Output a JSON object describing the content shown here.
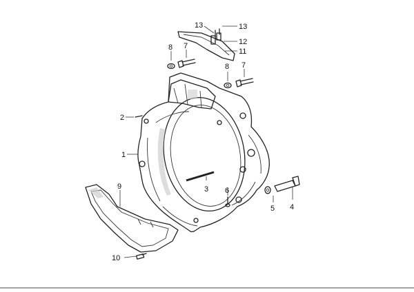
{
  "callouts": {
    "c1": "1",
    "c2": "2",
    "c3": "3",
    "c4": "4",
    "c5": "5",
    "c6": "6",
    "c7a": "7",
    "c7b": "7",
    "c8a": "8",
    "c8b": "8",
    "c9": "9",
    "c10": "10",
    "c11": "11",
    "c12": "12",
    "c13a": "13",
    "c13b": "13"
  }
}
